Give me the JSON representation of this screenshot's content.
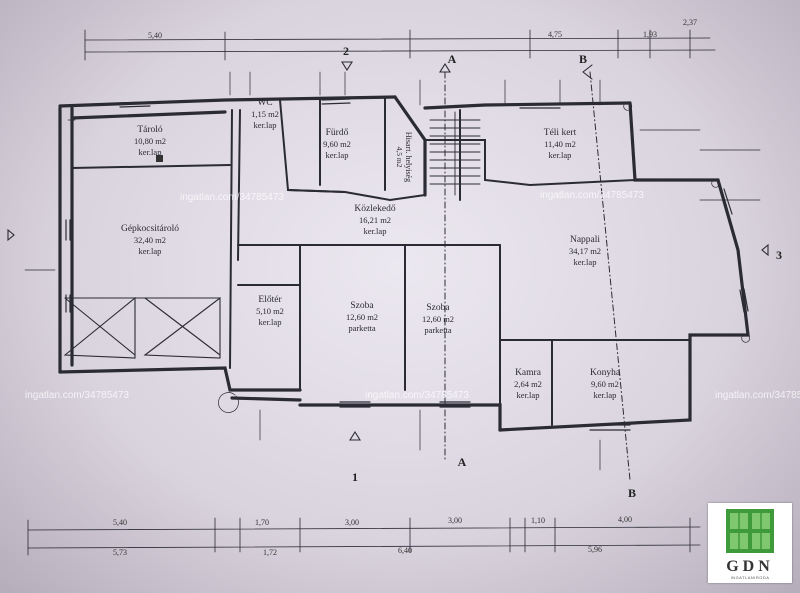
{
  "rooms": [
    {
      "name": "Tároló",
      "area": "10,80 m2",
      "floor": "ker.lap"
    },
    {
      "name": "WC",
      "area": "1,15 m2",
      "floor": "ker.lap"
    },
    {
      "name": "Fürdő",
      "area": "9,60 m2",
      "floor": "ker.lap"
    },
    {
      "name": "Hisart. helyiség",
      "area": "4,5 m2",
      "floor": ""
    },
    {
      "name": "Téli kert",
      "area": "11,40 m2",
      "floor": "ker.lap"
    },
    {
      "name": "Közlekedő",
      "area": "16,21 m2",
      "floor": "ker.lap"
    },
    {
      "name": "Gépkocsitároló",
      "area": "32,40 m2",
      "floor": "ker.lap"
    },
    {
      "name": "Nappali",
      "area": "34,17 m2",
      "floor": "ker.lap"
    },
    {
      "name": "Előtér",
      "area": "5,10 m2",
      "floor": "ker.lap"
    },
    {
      "name": "Szoba",
      "area": "12,60 m2",
      "floor": "parketta"
    },
    {
      "name": "Szoba",
      "area": "12,60 m2",
      "floor": "parketta"
    },
    {
      "name": "Kamra",
      "area": "2,64 m2",
      "floor": "ker.lap"
    },
    {
      "name": "Konyha",
      "area": "9,60 m2",
      "floor": "ker.lap"
    }
  ],
  "section_marks": [
    "A",
    "A",
    "B",
    "B",
    "1",
    "2",
    "3"
  ],
  "top_dimensions": [
    "5,40",
    "4,75",
    "2,37",
    "1,93"
  ],
  "bottom_dimensions_row1": [
    "5,40",
    "1,70",
    "3,00",
    "3,00",
    "1,10",
    "4,00"
  ],
  "bottom_dimensions_row2": [
    "5,73",
    "1,72",
    "6,40",
    "5,96"
  ],
  "watermark": "ingatlan.com/34785473",
  "logo": {
    "text": "GDN",
    "subtitle": "INGATLANIRODA"
  }
}
